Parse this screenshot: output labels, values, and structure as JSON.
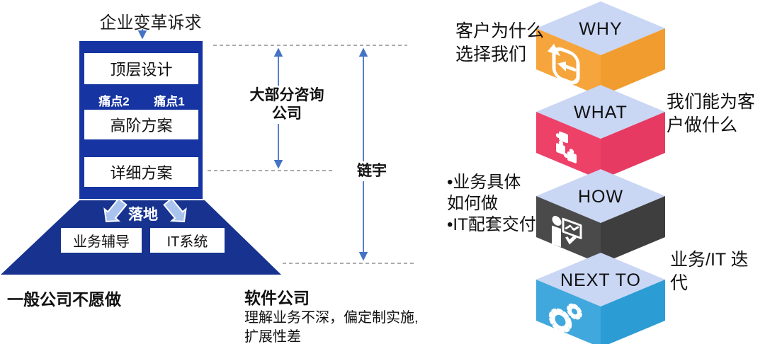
{
  "colors": {
    "deep_blue": "#1634A2",
    "trapezoid_blue": "#17338F",
    "landing_arrow": "#A9C3EF",
    "connector_blue": "#4472C4",
    "dashed_gray": "#8F8F8F",
    "top_face": "#C9D6F4"
  },
  "left": {
    "top_label": "企业变革诉求",
    "pipeline": {
      "top_design": "顶层设计",
      "pain2": "痛点2",
      "pain1": "痛点1",
      "high_level": "高阶方案",
      "detailed": "详细方案"
    },
    "landing": {
      "label": "落地",
      "business": "业务辅导",
      "it": "IT系统"
    },
    "consulting_bracket": {
      "line1": "大部分咨询",
      "line2": "公司"
    },
    "chainyu_label": "链宇",
    "unwilling_note": "一般公司不愿做",
    "software": {
      "title": "软件公司",
      "line1": "理解业务不深，偏定制实施,",
      "line2": "扩展性差"
    }
  },
  "right": {
    "blocks": [
      {
        "label": "WHY",
        "icon": "sync-icon",
        "face_left": "#F5A53C",
        "face_right": "#F09C2F"
      },
      {
        "label": "WHAT",
        "icon": "puzzle-icon",
        "face_left": "#EE4168",
        "face_right": "#E63A62"
      },
      {
        "label": "HOW",
        "icon": "presenter-icon",
        "face_left": "#4A4A4A",
        "face_right": "#3E3E3E"
      },
      {
        "label": "NEXT TO",
        "icon": "gears-icon",
        "face_left": "#41A8DD",
        "face_right": "#2B9CD4"
      }
    ],
    "notes": {
      "why_line1": "客户为什么",
      "why_line2": "选择我们",
      "what_line1": "我们能为客",
      "what_line2": "户做什么",
      "how_line1": "•业务具体",
      "how_line2": "如何做",
      "how_line3": "•IT配套交付",
      "next_line1": "业务/IT 迭代"
    }
  }
}
